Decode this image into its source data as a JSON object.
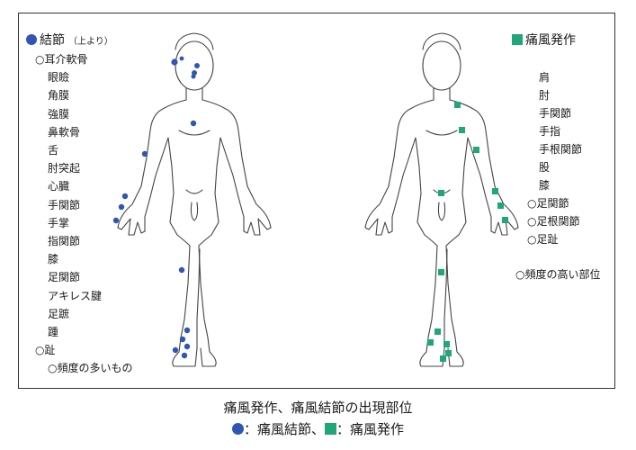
{
  "left_panel": {
    "title": "結節",
    "subtitle": "（上より）",
    "items": [
      "○耳介軟骨",
      "眼瞼",
      "角膜",
      "強膜",
      "鼻軟骨",
      "舌",
      "肘突起",
      "心臓",
      "手関節",
      "手掌",
      "指関節",
      "膝",
      "足関節",
      "アキレス腱",
      "足蹠",
      "踵",
      "○趾",
      "○頻度の多いもの"
    ]
  },
  "right_panel": {
    "title": "痛風発作",
    "items": [
      "肩",
      "肘",
      "手関節",
      "手指",
      "手根関節",
      "股",
      "膝",
      "○足関節",
      "○足根関節",
      "○足趾",
      "○頻度の高い部位"
    ]
  },
  "caption": {
    "title": "痛風発作、痛風結節の出現部位",
    "legend_nodule": "：痛風結節、",
    "legend_attack": "：痛風発作"
  },
  "colors": {
    "nodule": "#2f56b5",
    "attack": "#1fa77a",
    "outline": "#444444"
  }
}
